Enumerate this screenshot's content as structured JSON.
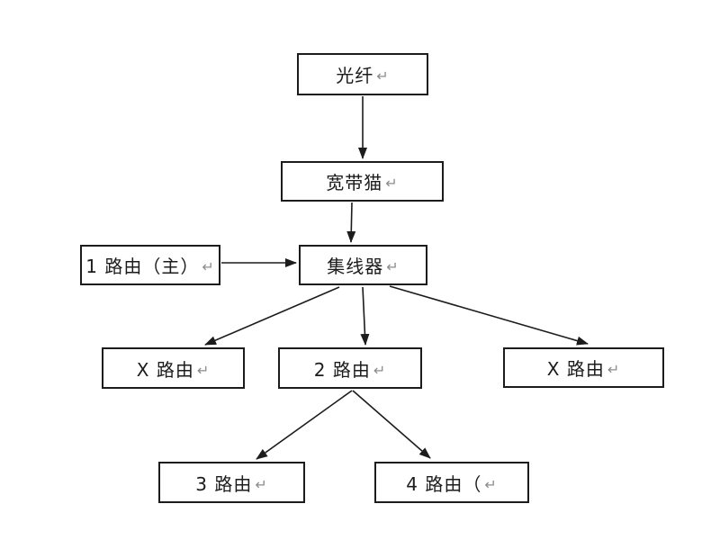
{
  "diagram": {
    "background_color": "#ffffff",
    "box_border_color": "#1c1c1c",
    "text_color": "#1c1c1c",
    "arrow_color": "#1c1c1c",
    "paragraph_mark": "↵",
    "paragraph_mark_color": "#8c8c8c",
    "nodes": [
      {
        "id": "fiber",
        "label": "光纤"
      },
      {
        "id": "modem",
        "label": "宽带猫"
      },
      {
        "id": "router-1-main",
        "label": "1 路由（主）"
      },
      {
        "id": "hub",
        "label": "集线器"
      },
      {
        "id": "router-x-left",
        "label": "X 路由"
      },
      {
        "id": "router-2",
        "label": "2 路由"
      },
      {
        "id": "router-x-right",
        "label": "X 路由"
      },
      {
        "id": "router-3",
        "label": "3 路由"
      },
      {
        "id": "router-4",
        "label": "4 路由（"
      }
    ],
    "edges": [
      {
        "from": "fiber",
        "to": "modem"
      },
      {
        "from": "modem",
        "to": "hub"
      },
      {
        "from": "router-1-main",
        "to": "hub"
      },
      {
        "from": "hub",
        "to": "router-x-left"
      },
      {
        "from": "hub",
        "to": "router-2"
      },
      {
        "from": "hub",
        "to": "router-x-right"
      },
      {
        "from": "router-2",
        "to": "router-3"
      },
      {
        "from": "router-2",
        "to": "router-4"
      }
    ]
  }
}
